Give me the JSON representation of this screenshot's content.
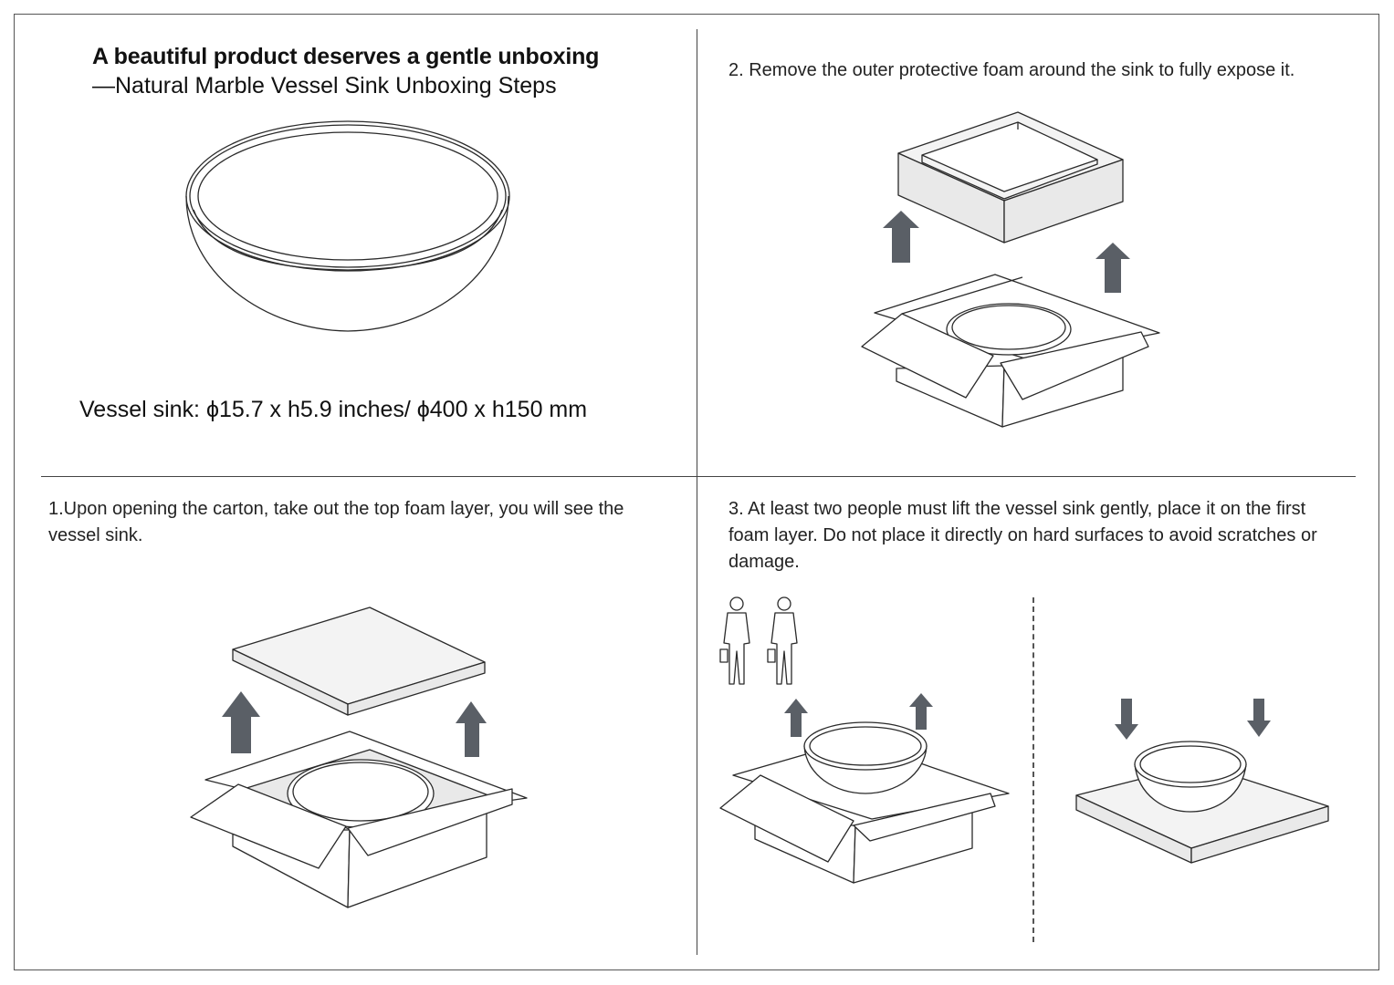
{
  "header": {
    "title": "A beautiful product deserves a gentle unboxing",
    "subtitle": "—Natural Marble Vessel Sink Unboxing Steps",
    "dimensions": "Vessel sink:  ϕ15.7 x h5.9 inches/ ϕ400 x h150 mm"
  },
  "steps": {
    "step1": "1.Upon opening the carton, take out the top foam layer, you will see the vessel sink.",
    "step2": "2. Remove the outer protective foam around the sink to fully expose it.",
    "step3": "3. At least two people must lift the vessel sink gently, place it on the first foam layer. Do not place it directly on hard surfaces to avoid scratches or damage."
  },
  "icons": [
    "vessel-sink-icon",
    "open-carton-icon",
    "foam-ring-icon",
    "foam-sheet-icon",
    "up-arrow-icon",
    "down-arrow-icon",
    "person-icon"
  ],
  "colors": {
    "arrow": "#5a5f66",
    "foam": "#e9e9e9",
    "line": "#2a2a2a"
  }
}
